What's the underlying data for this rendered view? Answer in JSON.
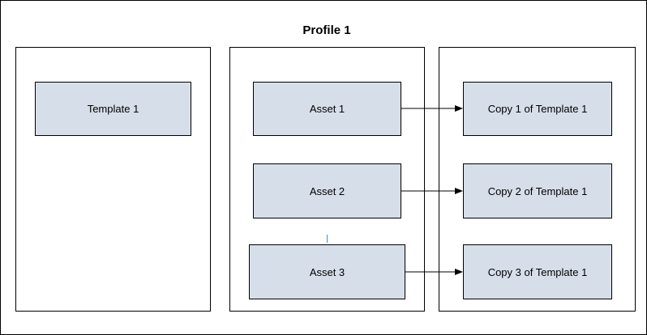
{
  "title": "Profile 1",
  "templates_column": {
    "boxes": [
      "Template 1"
    ]
  },
  "assets_column": {
    "boxes": [
      "Asset 1",
      "Asset 2",
      "Asset 3"
    ]
  },
  "copies_column": {
    "boxes": [
      "Copy 1 of Template 1",
      "Copy 2 of Template 1",
      "Copy 3 of Template 1"
    ]
  },
  "colors": {
    "box_fill": "#d6dfe9",
    "border": "#000000",
    "stray_mark": "#4a90c8"
  }
}
